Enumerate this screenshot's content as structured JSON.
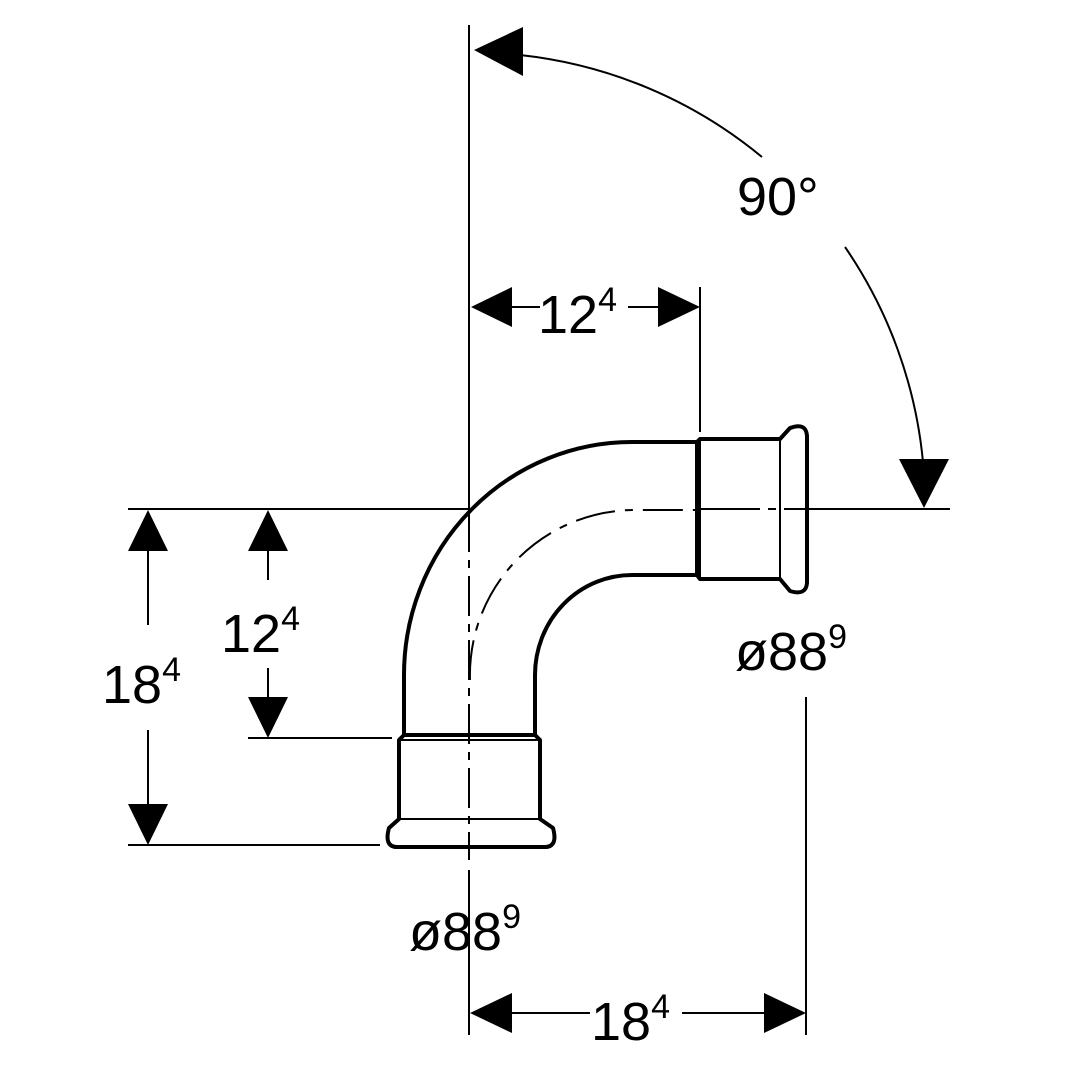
{
  "angle": {
    "label": "90°"
  },
  "dim_top": {
    "base": "12",
    "sup": "4"
  },
  "dim_left_inner": {
    "base": "12",
    "sup": "4"
  },
  "dim_left_outer": {
    "base": "18",
    "sup": "4"
  },
  "dim_bottom": {
    "base": "18",
    "sup": "4"
  },
  "diameter_bottom": {
    "base": "ø88",
    "sup": "9"
  },
  "diameter_right": {
    "base": "ø88",
    "sup": "9"
  },
  "colors": {
    "ink": "#000000",
    "background": "#ffffff"
  }
}
